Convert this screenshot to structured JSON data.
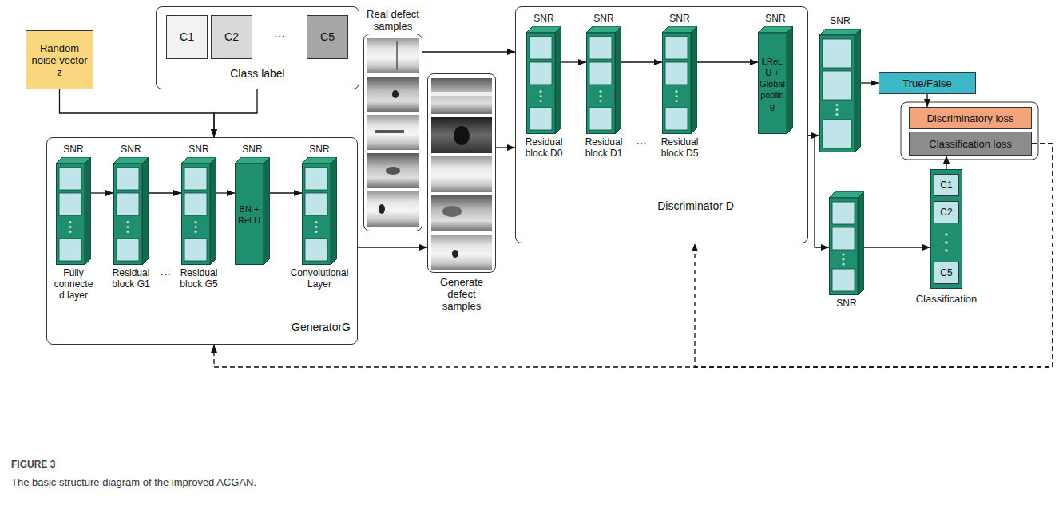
{
  "diagram": {
    "caption": "The basic structure diagram of the improved ACGAN.",
    "nodes": [
      {
        "text": [
          "Random noise vector z"
        ]
      },
      {
        "text": [
          "Class label"
        ]
      },
      {
        "text": [
          "C1"
        ],
        "in": 1
      },
      {
        "text": [
          "C2"
        ],
        "in": 1
      },
      {
        "text": [
          "C5"
        ],
        "in": 1
      },
      {
        "text": [
          "GeneratorG"
        ]
      },
      {
        "text": [
          "SNR",
          "Fully connected layer"
        ],
        "in": 5
      },
      {
        "text": [
          "SNR",
          "Residual block G1"
        ],
        "in": 5
      },
      {
        "text": [
          "SNR",
          "Residual block G5"
        ],
        "in": 5
      },
      {
        "text": [
          "SNR",
          "BN + ReLU"
        ],
        "in": 5
      },
      {
        "text": [
          "SNR",
          "Convolutional Layer"
        ],
        "in": 5
      },
      {
        "text": [
          "Real defect samples"
        ]
      },
      {
        "text": [
          "Generate defect samples"
        ]
      },
      {
        "text": [
          "Discriminator D"
        ]
      },
      {
        "text": [
          "SNR",
          "Residual block D0"
        ],
        "in": 13
      },
      {
        "text": [
          "SNR",
          "Residual block D1"
        ],
        "in": 13
      },
      {
        "text": [
          "SNR",
          "Residual block D5"
        ],
        "in": 13
      },
      {
        "text": [
          "SNR",
          "LReLU + Global pooling"
        ],
        "in": 13
      },
      {
        "text": [
          "SNR"
        ]
      },
      {
        "text": [
          "True/False"
        ]
      },
      {
        "text": [
          "Discriminatory loss"
        ]
      },
      {
        "text": [
          "Classification loss"
        ]
      },
      {
        "text": [
          "SNR"
        ]
      },
      {
        "text": [
          "Classification"
        ]
      },
      {
        "text": [
          "C1"
        ],
        "in": 23
      },
      {
        "text": [
          "C2"
        ],
        "in": 23
      },
      {
        "text": [
          "C5"
        ],
        "in": 23
      }
    ],
    "edges": [
      {
        "from": 0,
        "to": 5,
        "arrow": "to"
      },
      {
        "from": 1,
        "to": 5,
        "arrow": "to"
      },
      {
        "from": 6,
        "to": 7,
        "arrow": "to"
      },
      {
        "from": 7,
        "to": 8,
        "arrow": "to"
      },
      {
        "from": 8,
        "to": 9,
        "arrow": "to"
      },
      {
        "from": 9,
        "to": 10,
        "arrow": "to"
      },
      {
        "from": 5,
        "to": 12,
        "arrow": "to"
      },
      {
        "from": 11,
        "to": 13,
        "arrow": "to"
      },
      {
        "from": 12,
        "to": 13,
        "arrow": "to"
      },
      {
        "from": 14,
        "to": 15,
        "arrow": "to"
      },
      {
        "from": 15,
        "to": 16,
        "arrow": "to"
      },
      {
        "from": 16,
        "to": 17,
        "arrow": "to"
      },
      {
        "from": 13,
        "to": 18,
        "arrow": "to"
      },
      {
        "from": 13,
        "to": 22,
        "arrow": "to"
      },
      {
        "from": 18,
        "to": 19,
        "arrow": "to"
      },
      {
        "from": 19,
        "to": 20,
        "arrow": "to"
      },
      {
        "from": 22,
        "to": 23,
        "arrow": "to"
      },
      {
        "from": 23,
        "to": 21,
        "arrow": "to"
      },
      {
        "from": 21,
        "to": 5,
        "arrow": "to"
      },
      {
        "from": 21,
        "to": 13,
        "arrow": "to"
      }
    ],
    "labels": [
      "...",
      "...",
      "...",
      "FIGURE 3"
    ]
  }
}
